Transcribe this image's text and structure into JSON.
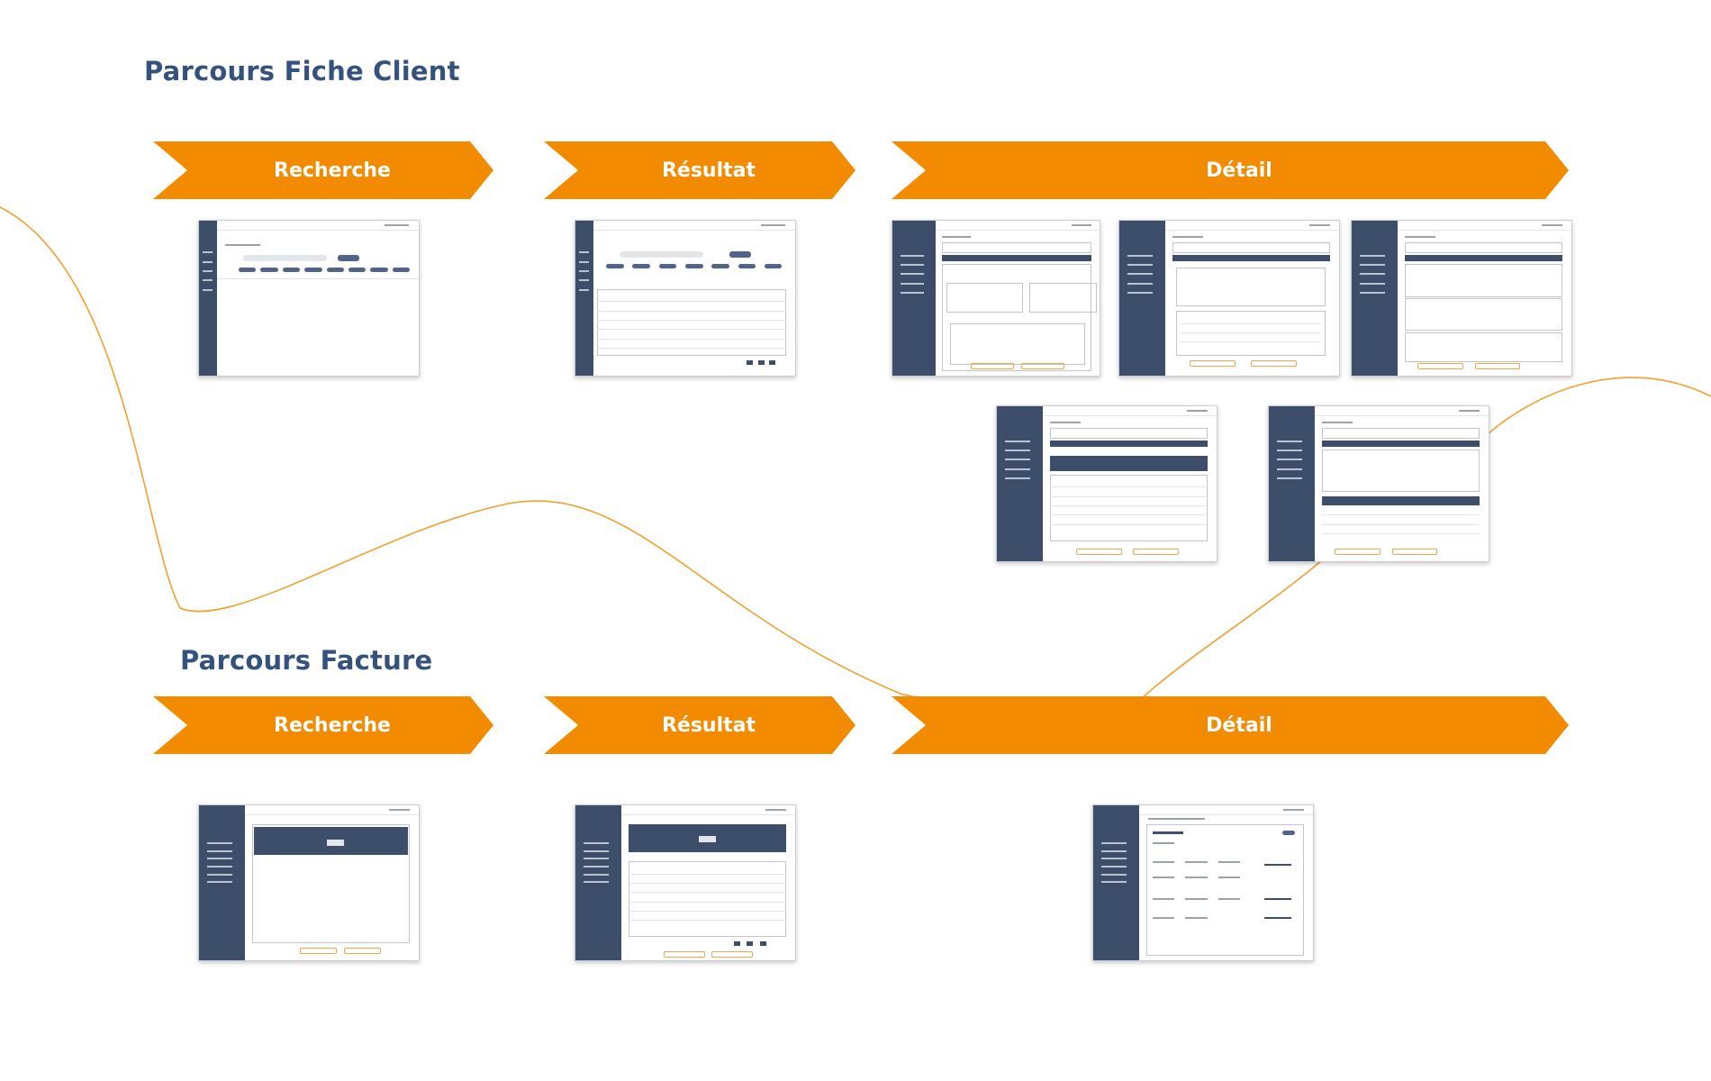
{
  "parcours_client": {
    "title": "Parcours Fiche Client",
    "steps": [
      "Recherche",
      "Résultat",
      "Détail"
    ]
  },
  "parcours_facture": {
    "title": "Parcours Facture",
    "steps": [
      "Recherche",
      "Résultat",
      "Détail"
    ]
  },
  "colors": {
    "title": "#34527e",
    "arrow": "#f28b00",
    "connector": "#f0a030",
    "sidebar": "#3c4e69"
  }
}
